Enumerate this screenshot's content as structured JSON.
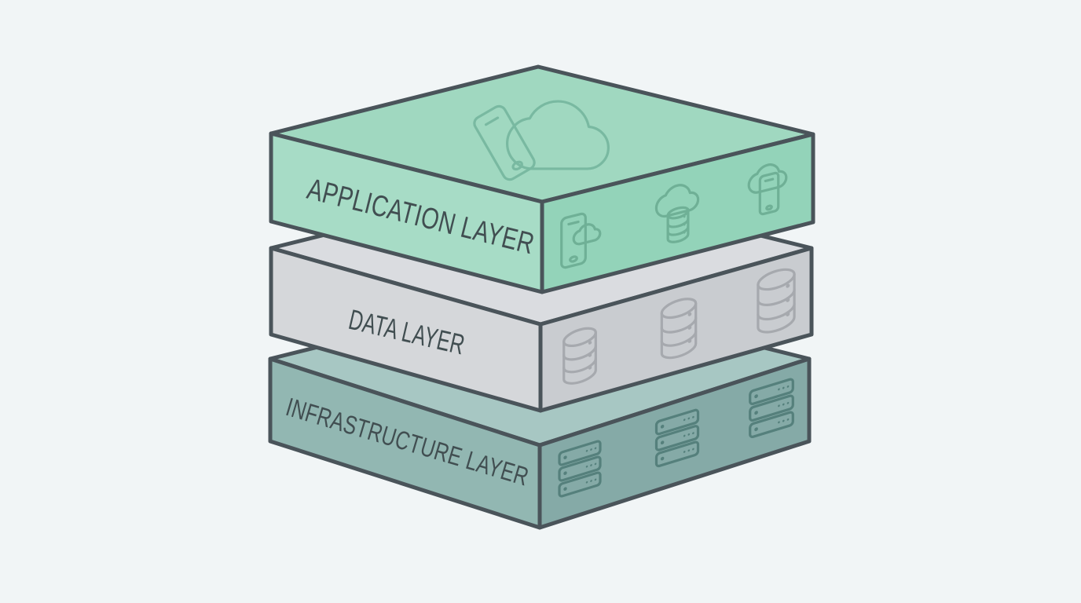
{
  "diagram": {
    "type": "isometric-layer-stack",
    "layers": [
      {
        "name": "Application Layer",
        "label": "APPLICATION LAYER",
        "top_icon": "cloud-smartphone-icon",
        "side_icons": [
          "smartphone-cloud-icon",
          "cloud-database-icon",
          "cloud-smartphone-icon"
        ]
      },
      {
        "name": "Data Layer",
        "label": "DATA LAYER",
        "side_icons": [
          "database-icon",
          "database-icon",
          "database-icon"
        ]
      },
      {
        "name": "Infrastructure Layer",
        "label": "INFRASTRUCTURE LAYER",
        "side_icons": [
          "server-stack-icon",
          "server-stack-icon",
          "server-stack-icon"
        ]
      }
    ]
  },
  "colors": {
    "background": "#f1f5f6",
    "edge": "#4a545a",
    "label_text": "#414e51",
    "app_top": "#a0d8c0",
    "app_left": "#a7dcc6",
    "app_right": "#93d3b9",
    "app_icon": "#6fb096",
    "app_top_icon": "#79b9a1",
    "data_top": "#dadce0",
    "data_left": "#d5d7da",
    "data_right": "#c9ccd0",
    "data_icon": "#a6a9ae",
    "infra_top": "#a7c7c3",
    "infra_left": "#92b7b2",
    "infra_right": "#85aaa7",
    "infra_icon": "#55807c"
  }
}
